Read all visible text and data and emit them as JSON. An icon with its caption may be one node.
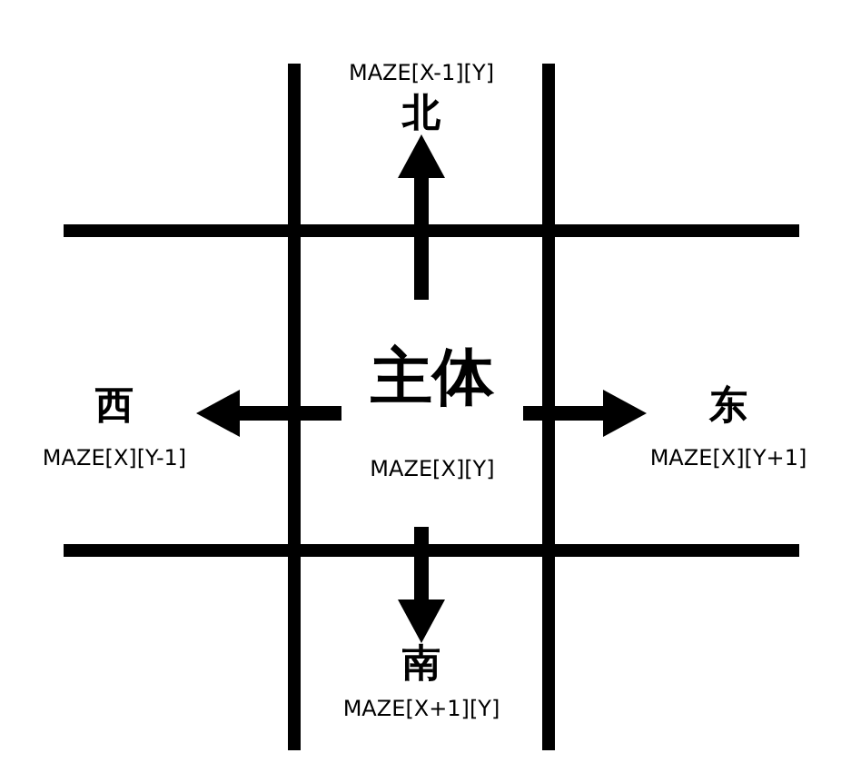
{
  "diagram": {
    "nodes": [
      {
        "text": [
          "主体"
        ],
        "beside": [
          "MAZE[X][Y]"
        ]
      },
      {
        "text": [
          "北"
        ],
        "beside": [
          "MAZE[X-1][Y]"
        ]
      },
      {
        "text": [
          "西"
        ],
        "beside": [
          "MAZE[X][Y-1]"
        ]
      },
      {
        "text": [
          "东"
        ],
        "beside": [
          "MAZE[X][Y+1]"
        ]
      },
      {
        "text": [
          "南"
        ],
        "beside": [
          "MAZE[X+1][Y]"
        ]
      }
    ],
    "edges": [
      {
        "from": 0,
        "to": 1,
        "arrow": "to"
      },
      {
        "from": 0,
        "to": 2,
        "arrow": "to"
      },
      {
        "from": 0,
        "to": 3,
        "arrow": "to"
      },
      {
        "from": 0,
        "to": 4,
        "arrow": "to"
      }
    ]
  }
}
